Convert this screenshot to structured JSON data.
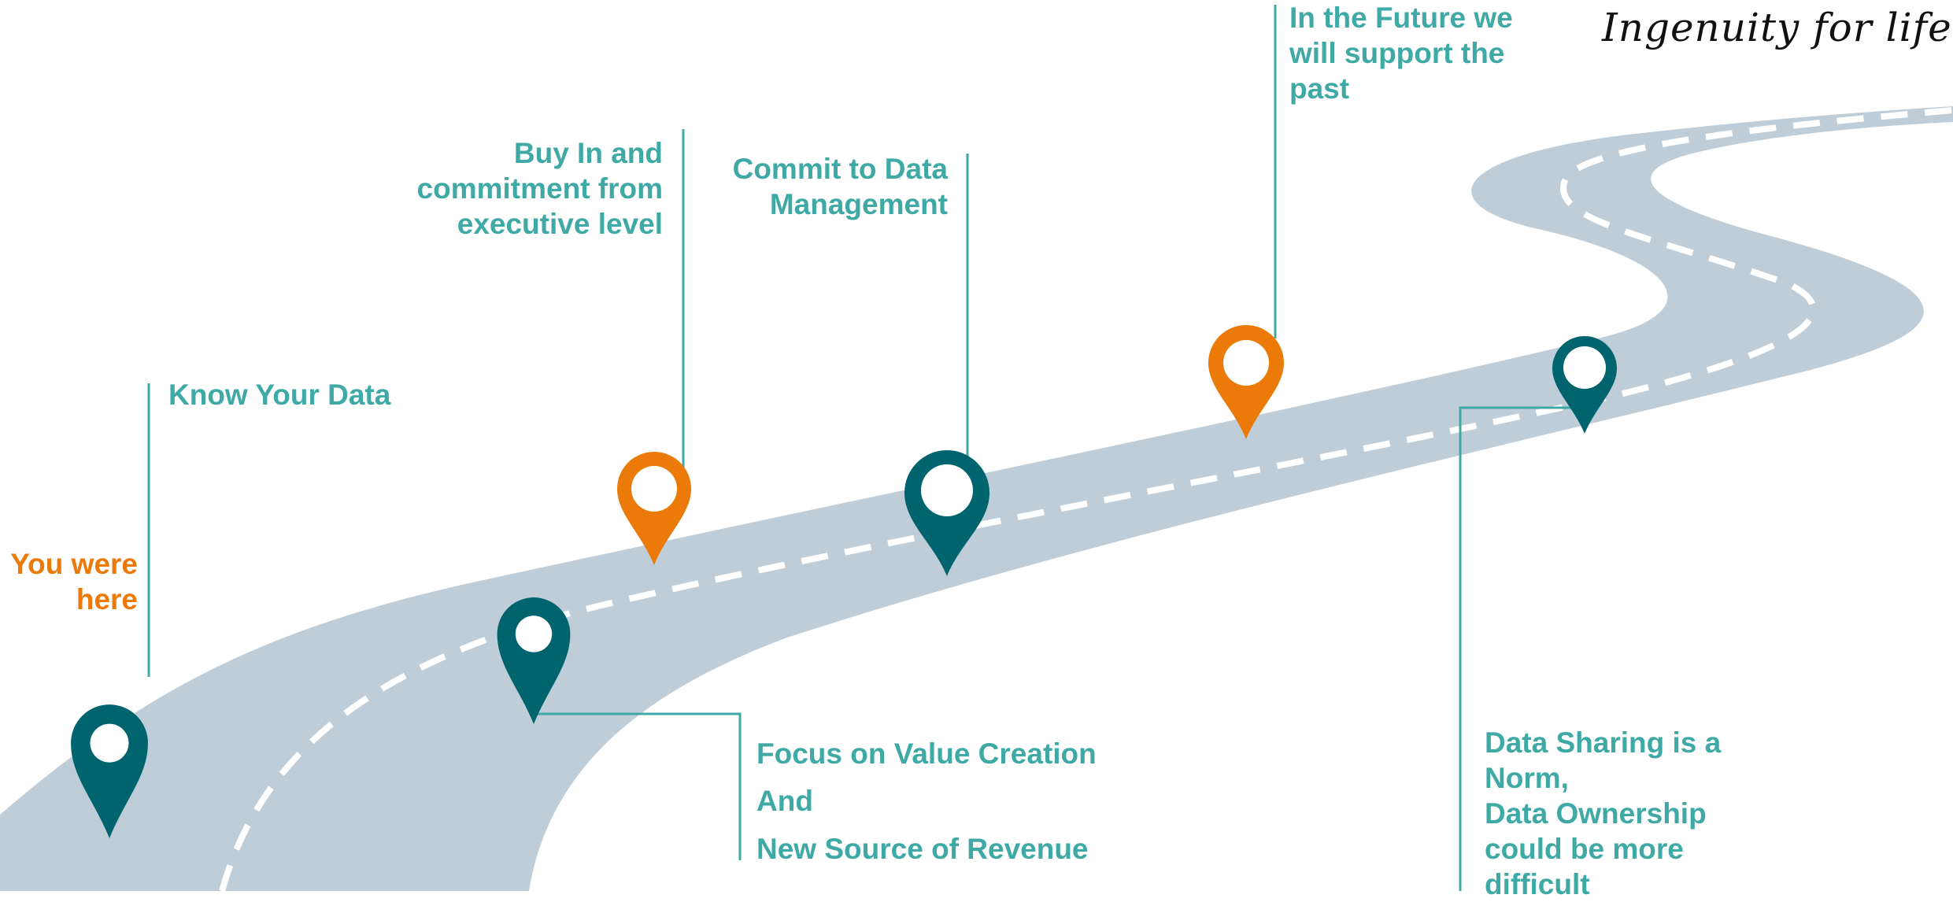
{
  "brand": {
    "logo_text": "Ingenuity for life"
  },
  "colors": {
    "road": "#bfcdd8",
    "road_dash": "#ffffff",
    "teal_dark": "#00646e",
    "orange": "#ec7a08",
    "text_teal": "#3fa9a5",
    "text_orange": "#ec7a08"
  },
  "milestones": {
    "you_were_here": "You were\nhere",
    "know_your_data": "Know Your Data",
    "buy_in": "Buy In and\ncommitment from\nexecutive level",
    "commit": "Commit to Data\nManagement",
    "future": "In the Future we\nwill support the\npast",
    "focus_1": "Focus on Value Creation",
    "focus_2": "And",
    "focus_3": "New Source of Revenue",
    "data_sharing": "Data Sharing is a\nNorm,\nData Ownership\ncould be more\ndifficult"
  },
  "pins": [
    {
      "name": "pin-you-were-here",
      "color": "teal"
    },
    {
      "name": "pin-focus-value",
      "color": "teal"
    },
    {
      "name": "pin-buy-in",
      "color": "orange"
    },
    {
      "name": "pin-commit",
      "color": "teal"
    },
    {
      "name": "pin-future",
      "color": "orange"
    },
    {
      "name": "pin-data-sharing",
      "color": "teal"
    }
  ]
}
